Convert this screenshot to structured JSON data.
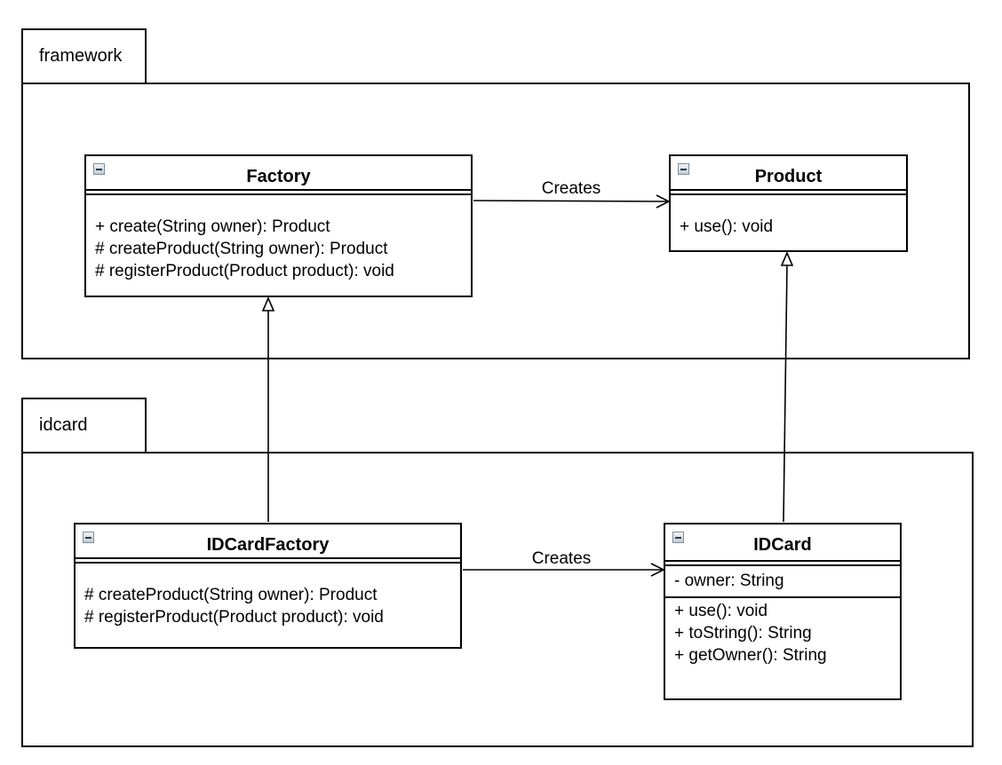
{
  "packages": [
    {
      "name": "framework"
    },
    {
      "name": "idcard"
    }
  ],
  "classes": {
    "factory": {
      "name": "Factory",
      "attributes": [],
      "operations": [
        "+ create(String owner): Product",
        "# createProduct(String owner): Product",
        "# registerProduct(Product product): void"
      ]
    },
    "product": {
      "name": "Product",
      "attributes": [],
      "operations": [
        "+ use(): void"
      ]
    },
    "idcardfactory": {
      "name": "IDCardFactory",
      "attributes": [],
      "operations": [
        "# createProduct(String owner): Product",
        "# registerProduct(Product product): void"
      ]
    },
    "idcard": {
      "name": "IDCard",
      "attributes": [
        "- owner: String"
      ],
      "operations": [
        "+ use(): void",
        "+ toString(): String",
        "+ getOwner(): String"
      ]
    }
  },
  "relations": {
    "factory_creates_product": {
      "label": "Creates",
      "kind": "dependency"
    },
    "idcardfactory_creates_idcard": {
      "label": "Creates",
      "kind": "dependency"
    },
    "idcardfactory_extends_factory": {
      "kind": "generalization"
    },
    "idcard_extends_product": {
      "kind": "generalization"
    }
  },
  "colors": {
    "line": "#000000",
    "background": "#ffffff"
  }
}
